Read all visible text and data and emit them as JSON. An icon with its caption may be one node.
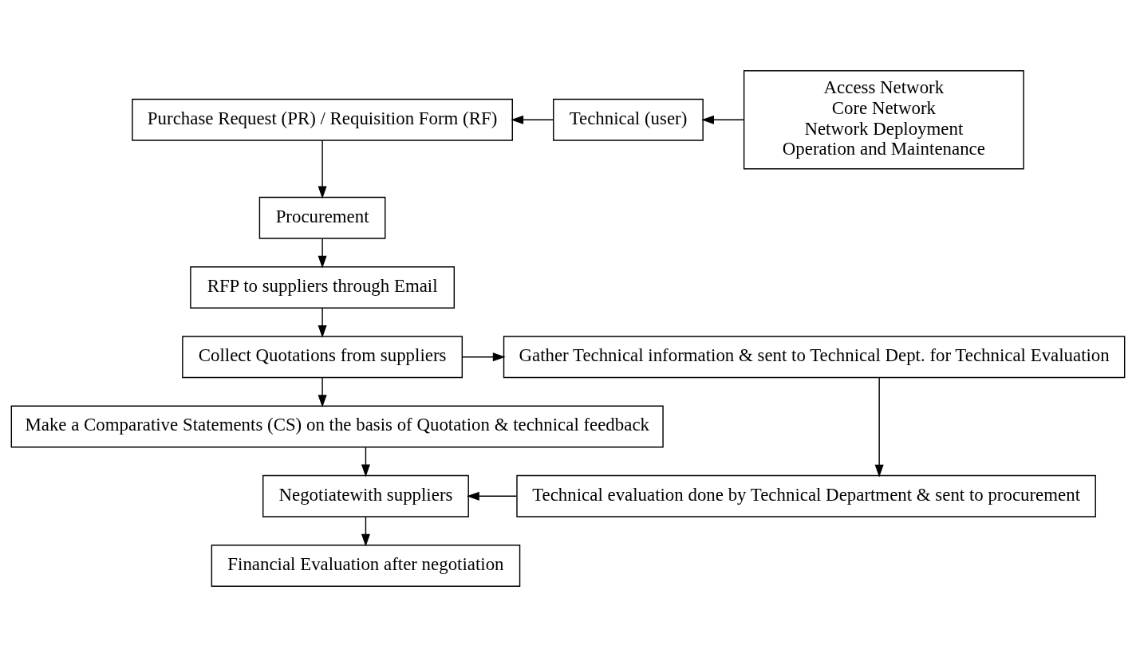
{
  "diagram": {
    "nodes": [
      {
        "text": [
          "Purchase Request (PR) / Requisition Form (RF)"
        ]
      },
      {
        "text": [
          "Technical (user)"
        ]
      },
      {
        "text": [
          "Access Network",
          "Core Network",
          "Network Deployment",
          "Operation and Maintenance"
        ]
      },
      {
        "text": [
          "Procurement"
        ]
      },
      {
        "text": [
          "RFP to suppliers through Email"
        ]
      },
      {
        "text": [
          "Collect Quotations from suppliers"
        ]
      },
      {
        "text": [
          "Gather Technical information & sent to Technical Dept. for Technical Evaluation"
        ]
      },
      {
        "text": [
          "Make a Comparative Statements (CS) on the basis of Quotation & technical feedback"
        ]
      },
      {
        "text": [
          "Technical evaluation done by Technical Department & sent to procurement"
        ]
      },
      {
        "text": [
          "Negotiatewith suppliers"
        ]
      },
      {
        "text": [
          "Financial Evaluation after negotiation"
        ]
      }
    ],
    "edges": [
      {
        "from": 2,
        "to": 1,
        "arrow": "to"
      },
      {
        "from": 1,
        "to": 0,
        "arrow": "to"
      },
      {
        "from": 0,
        "to": 3,
        "arrow": "to"
      },
      {
        "from": 3,
        "to": 4,
        "arrow": "to"
      },
      {
        "from": 4,
        "to": 5,
        "arrow": "to"
      },
      {
        "from": 5,
        "to": 6,
        "arrow": "to"
      },
      {
        "from": 5,
        "to": 7,
        "arrow": "to"
      },
      {
        "from": 6,
        "to": 8,
        "arrow": "to"
      },
      {
        "from": 8,
        "to": 9,
        "arrow": "to"
      },
      {
        "from": 7,
        "to": 9,
        "arrow": "to"
      },
      {
        "from": 9,
        "to": 10,
        "arrow": "to"
      }
    ]
  }
}
